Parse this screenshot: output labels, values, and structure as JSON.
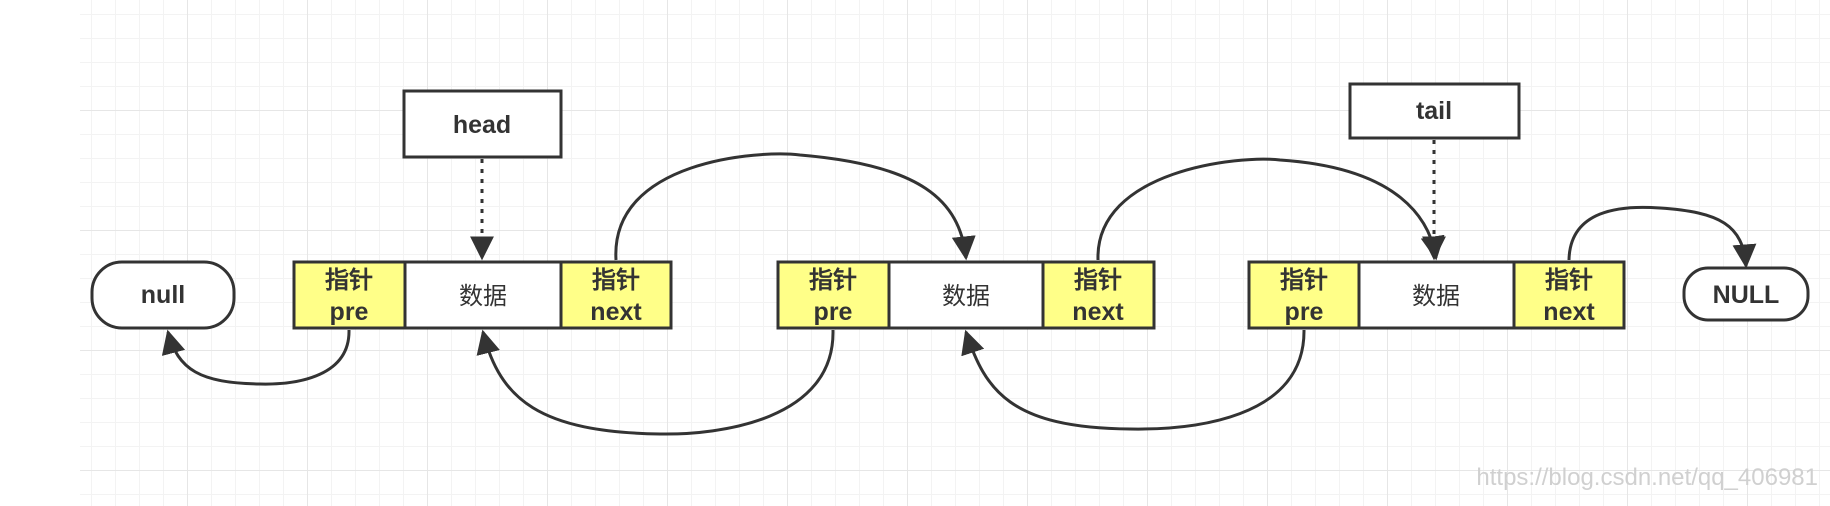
{
  "labels": {
    "head": "head",
    "tail": "tail",
    "null_left": "null",
    "null_right": "NULL",
    "pointer": "指针",
    "pre": "pre",
    "next": "next",
    "data": "数据"
  },
  "nodes": [
    {
      "pre_top": "指针",
      "pre_bottom": "pre",
      "data": "数据",
      "next_top": "指针",
      "next_bottom": "next"
    },
    {
      "pre_top": "指针",
      "pre_bottom": "pre",
      "data": "数据",
      "next_top": "指针",
      "next_bottom": "next"
    },
    {
      "pre_top": "指针",
      "pre_bottom": "pre",
      "data": "数据",
      "next_top": "指针",
      "next_bottom": "next"
    }
  ],
  "colors": {
    "pointer_fill": "#ffff88",
    "box_stroke": "#333333",
    "arrow": "#333333",
    "grid": "#e6e6e6"
  },
  "watermark": "https://blog.csdn.net/qq_406981"
}
